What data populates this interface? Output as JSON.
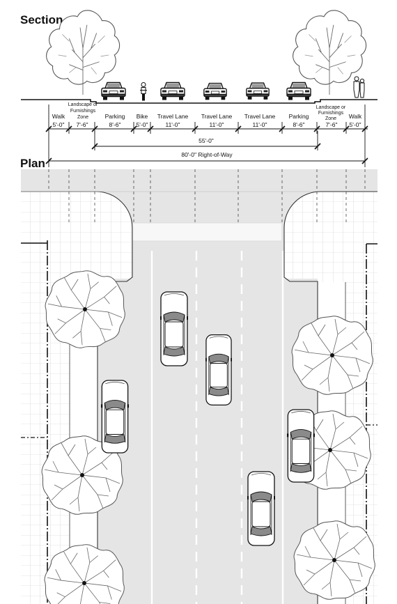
{
  "headings": {
    "section": "Section",
    "plan": "Plan"
  },
  "zones": [
    {
      "name": "Walk",
      "dim": "5'-0\""
    },
    {
      "name": "Landscape or Furnishings Zone",
      "lines": [
        "Landscape or",
        "Furnishings",
        "Zone"
      ],
      "dim": "7'-6\""
    },
    {
      "name": "Parking",
      "dim": "8'-6\""
    },
    {
      "name": "Bike",
      "dim": "5'-0\""
    },
    {
      "name": "Travel Lane",
      "dim": "11'-0\""
    },
    {
      "name": "Travel Lane",
      "dim": "11'-0\""
    },
    {
      "name": "Travel Lane",
      "dim": "11'-0\""
    },
    {
      "name": "Parking",
      "dim": "8'-6\""
    },
    {
      "name": "Landscape or Furnishings Zone",
      "lines": [
        "Landscape or",
        "Furnishings",
        "Zone"
      ],
      "dim": "7'-6\""
    },
    {
      "name": "Walk",
      "dim": "5'-0\""
    }
  ],
  "dimensions": {
    "curb_to_curb": "55'-0\"",
    "right_of_way": "80'-0\" Right-of-Way"
  },
  "icons": [
    "tree-icon",
    "car-icon",
    "cyclist-icon",
    "pedestrian-icon"
  ]
}
